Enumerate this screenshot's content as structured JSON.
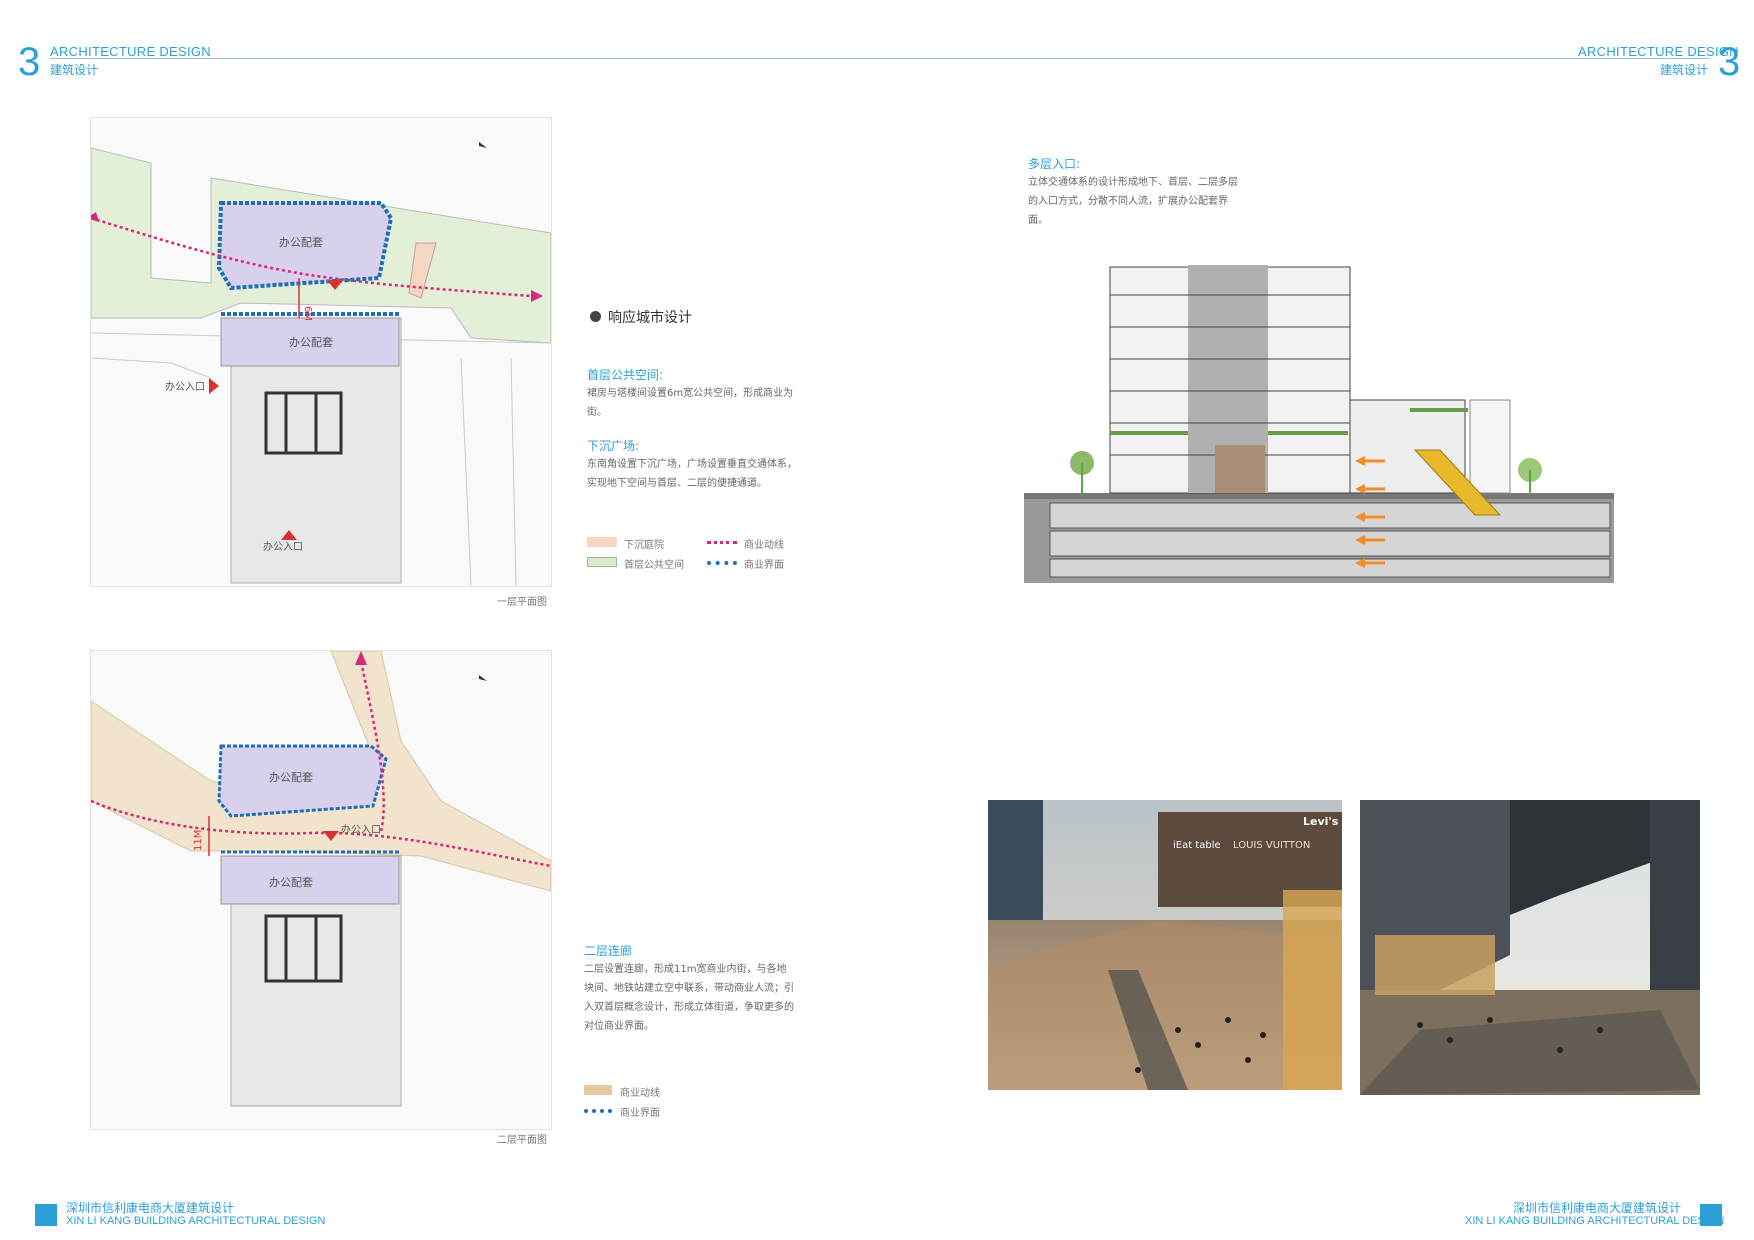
{
  "header": {
    "left": {
      "number": "3",
      "en": "ARCHITECTURE DESIGN",
      "cn": "建筑设计"
    },
    "right": {
      "number": "3",
      "en": "ARCHITECTURE DESIGN",
      "cn": "建筑设计"
    }
  },
  "section": {
    "title": "响应城市设计",
    "ground_public": {
      "title": "首层公共空间:",
      "body": "裙房与塔楼间设置6m宽公共空间，形成商业为街。"
    },
    "sunken_plaza": {
      "title": "下沉广场:",
      "body": "东南角设置下沉广场，广场设置垂直交通体系，实现地下空间与首层、二层的便捷通道。"
    },
    "legend1": [
      {
        "label": "下沉庭院",
        "color": "#f6d8c2"
      },
      {
        "label": "首层公共空间",
        "color": "#dcebcb"
      },
      {
        "label": "商业动线",
        "color": "#d4297a"
      },
      {
        "label": "商业界面",
        "color": "#1f6fb8"
      }
    ],
    "second_corridor": {
      "title": "二层连廊",
      "body": "二层设置连廊，形成11m宽商业内街，与各地块间、地铁站建立空中联系，带动商业人流；引入双首层概念设计，形成立体街道，争取更多的对位商业界面。"
    },
    "legend2": [
      {
        "label": "商业动线",
        "color": "#e6c9a0"
      },
      {
        "label": "商业界面",
        "color": "#1f6fb8"
      }
    ]
  },
  "plan1": {
    "caption": "一层平面图",
    "office_label_top": "办公配套",
    "office_label_mid": "办公配套",
    "entry_left": "办公入口",
    "entry_bottom": "办公入口",
    "dim": "6M"
  },
  "plan2": {
    "caption": "二层平面图",
    "office_label_top": "办公配套",
    "office_label_mid": "办公配套",
    "entry": "办公入口",
    "dim": "11M"
  },
  "multi_entry": {
    "title": "多层入口:",
    "body": "立体交通体系的设计形成地下、首层、二层多层的入口方式，分散不同人流，扩展办公配套界面。"
  },
  "footer": {
    "left": {
      "cn": "深圳市信利康电商大厦建筑设计",
      "en": "XIN LI KANG BUILDING ARCHITECTURAL DESIGN"
    },
    "right": {
      "cn": "深圳市信利康电商大厦建筑设计",
      "en": "XIN LI KANG BUILDING ARCHITECTURAL DESIGN"
    }
  },
  "photos": {
    "left_signs": [
      "LOUIS VUITTON",
      "Levi's",
      "iEat table"
    ]
  }
}
